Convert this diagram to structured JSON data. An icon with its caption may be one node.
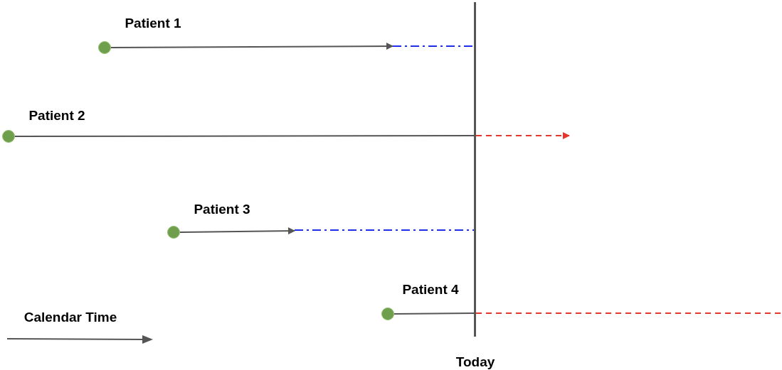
{
  "diagram": {
    "nodes": [
      {
        "text": [],
        "shape": "circle",
        "beside": [
          "Patient 1"
        ]
      },
      {
        "text": [],
        "shape": "circle",
        "beside": [
          "Patient 2"
        ]
      },
      {
        "text": [],
        "shape": "circle",
        "beside": [
          "Patient 3"
        ]
      },
      {
        "text": [],
        "shape": "circle",
        "beside": [
          "Patient 4"
        ]
      },
      {
        "text": [],
        "shape": "bar",
        "beside": [
          "Today"
        ]
      }
    ],
    "edges": [
      {
        "from": 0,
        "to": null,
        "arrow": "to"
      },
      {
        "from": null,
        "to": 4,
        "arrow": "none",
        "style": "dashed",
        "color": "#1f2ee8"
      },
      {
        "from": 1,
        "to": 4,
        "arrow": "none"
      },
      {
        "from": 4,
        "to": null,
        "arrow": "to",
        "style": "dashed",
        "color": "#e8352a"
      },
      {
        "from": 2,
        "to": null,
        "arrow": "to"
      },
      {
        "from": null,
        "to": 4,
        "arrow": "none",
        "style": "dashed",
        "color": "#1f2ee8"
      },
      {
        "from": 3,
        "to": 4,
        "arrow": "none"
      },
      {
        "from": 4,
        "to": null,
        "arrow": "none",
        "style": "dashed",
        "color": "#e8352a"
      }
    ],
    "labels": [
      "Calendar Time"
    ]
  }
}
